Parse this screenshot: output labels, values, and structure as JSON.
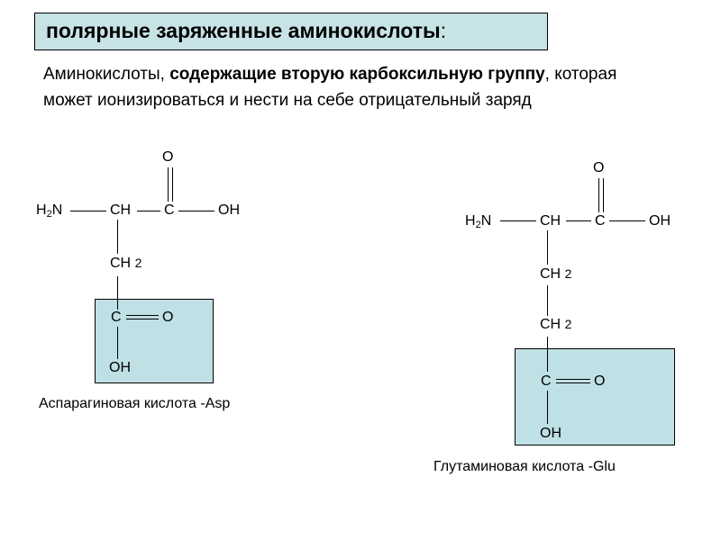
{
  "title": {
    "text": "полярные заряженные аминокислоты",
    "colon": ":"
  },
  "description": {
    "part1": "Аминокислоты,  ",
    "bold": "содержащие вторую карбоксильную группу",
    "part2": ", которая может ионизироваться и нести на себе отрицательный заряд"
  },
  "asp": {
    "o_top": "O",
    "h2n_h": "H",
    "h2n_sub": "2",
    "h2n_n": "N",
    "ch": "CH",
    "c": "C",
    "oh": "OH",
    "ch2_ch": "CH",
    "ch2_sub": "2",
    "side_c": "C",
    "side_o": "O",
    "side_oh": "OH",
    "caption": "Аспарагиновая кислота -Asp"
  },
  "glu": {
    "o_top": "O",
    "h2n_h": "H",
    "h2n_sub": "2",
    "h2n_n": "N",
    "ch": "CH",
    "c": "C",
    "oh": "OH",
    "ch2a_ch": "CH",
    "ch2a_sub": "2",
    "ch2b_ch": "CH",
    "ch2b_sub": "2",
    "side_c": "C",
    "side_o": "O",
    "side_oh": "OH",
    "caption": "Глутаминовая кислота -Glu"
  }
}
